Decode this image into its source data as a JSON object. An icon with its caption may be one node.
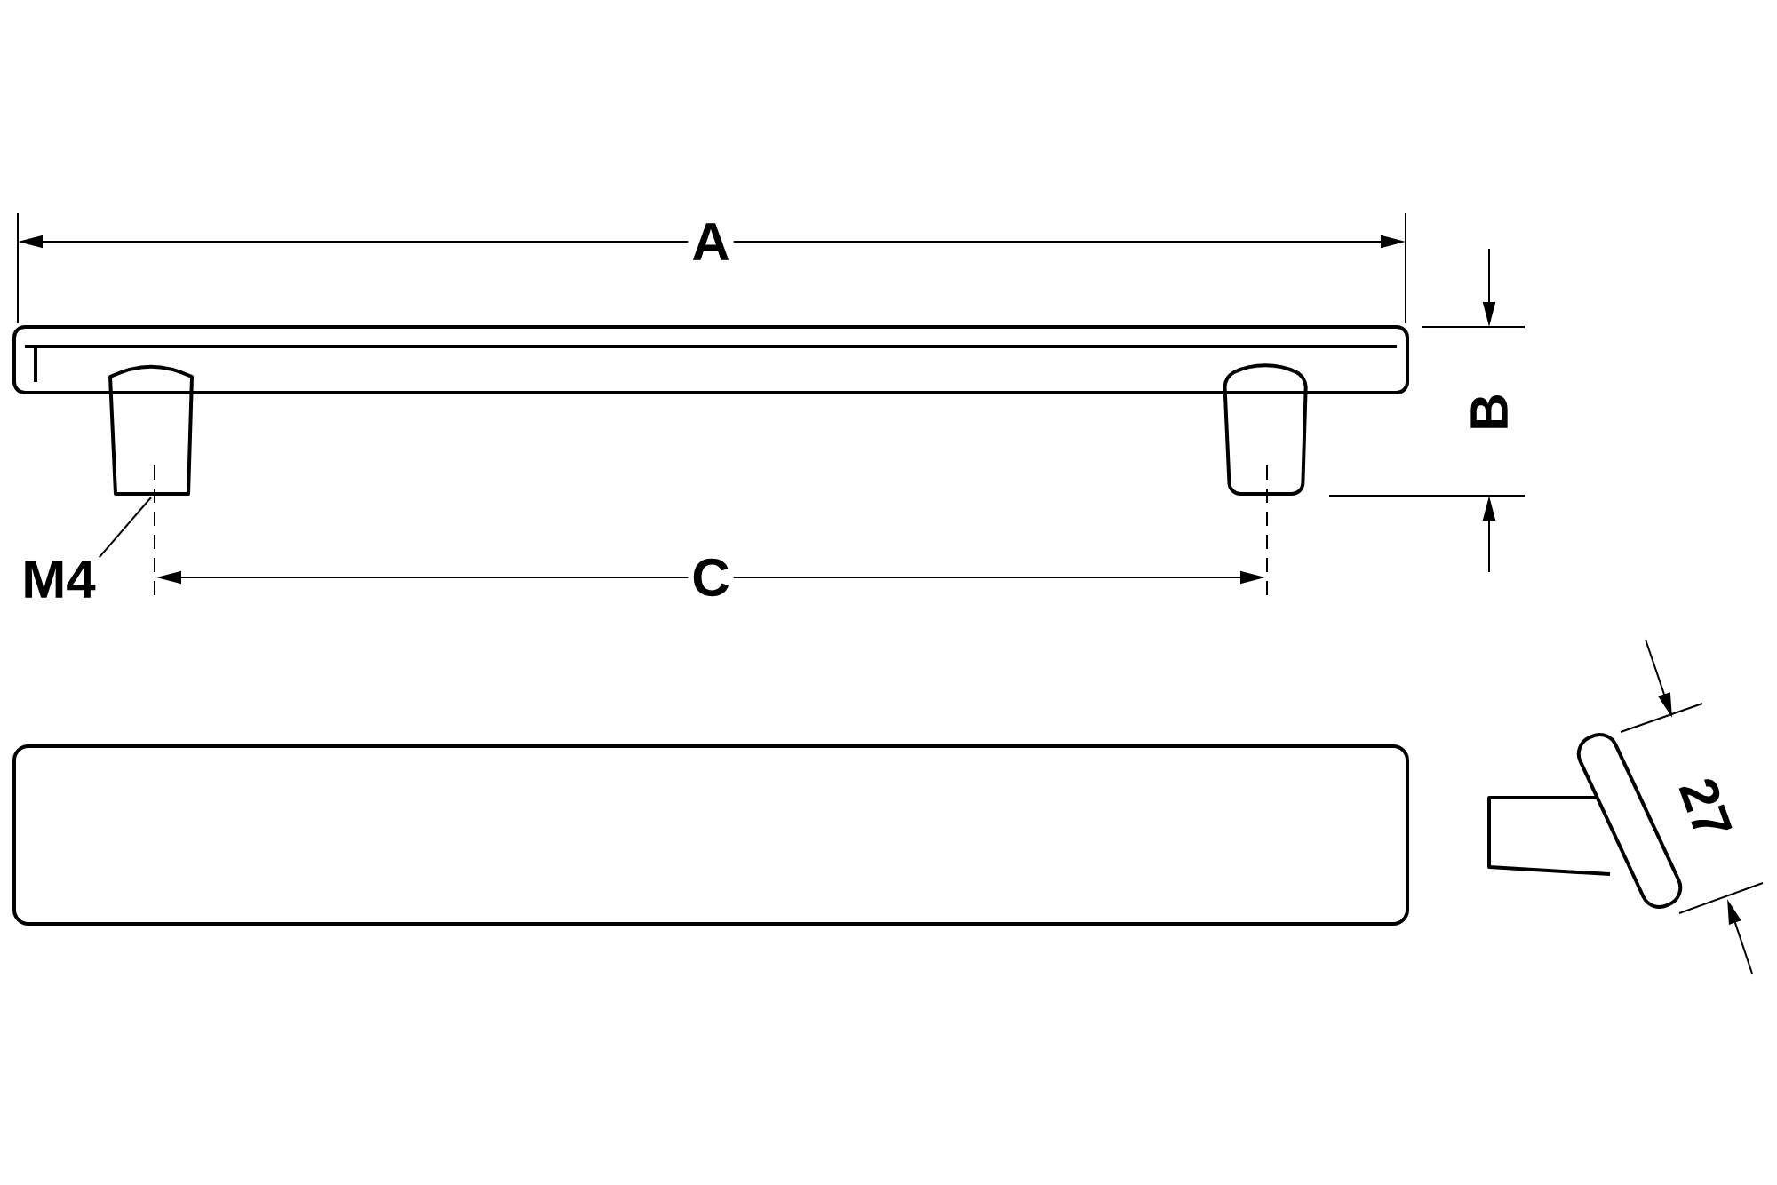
{
  "diagram": {
    "nodes": [
      {
        "text": [
          "M4"
        ]
      },
      {
        "text": [],
        "shape": "box"
      }
    ],
    "edges": [
      {
        "from": 0,
        "to": 1,
        "arrow": "none"
      }
    ],
    "labels": [
      "A",
      "B",
      "C",
      "27"
    ]
  }
}
